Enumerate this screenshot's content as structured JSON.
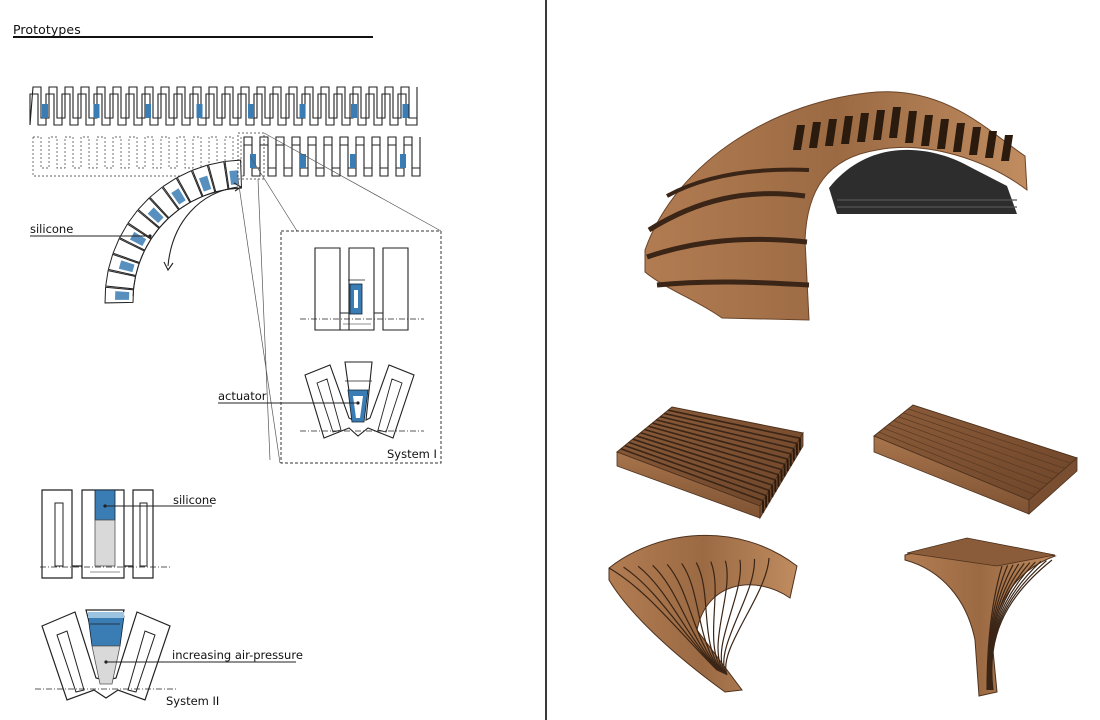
{
  "header": {
    "title": "Prototypes"
  },
  "labels": {
    "silicone_top": "silicone",
    "actuator": "actuator",
    "system_1": "System I",
    "silicone_bottom": "silicone",
    "air_pressure": "increasing air-pressure",
    "system_2": "System II"
  },
  "colors": {
    "silicone_blue": "#3a7cb4",
    "light_blue": "#9cc3e0",
    "air_grey": "#d9d9d9",
    "wood_dark": "#6b4428",
    "wood_mid": "#9a6a44",
    "wood_light": "#b98a60"
  }
}
